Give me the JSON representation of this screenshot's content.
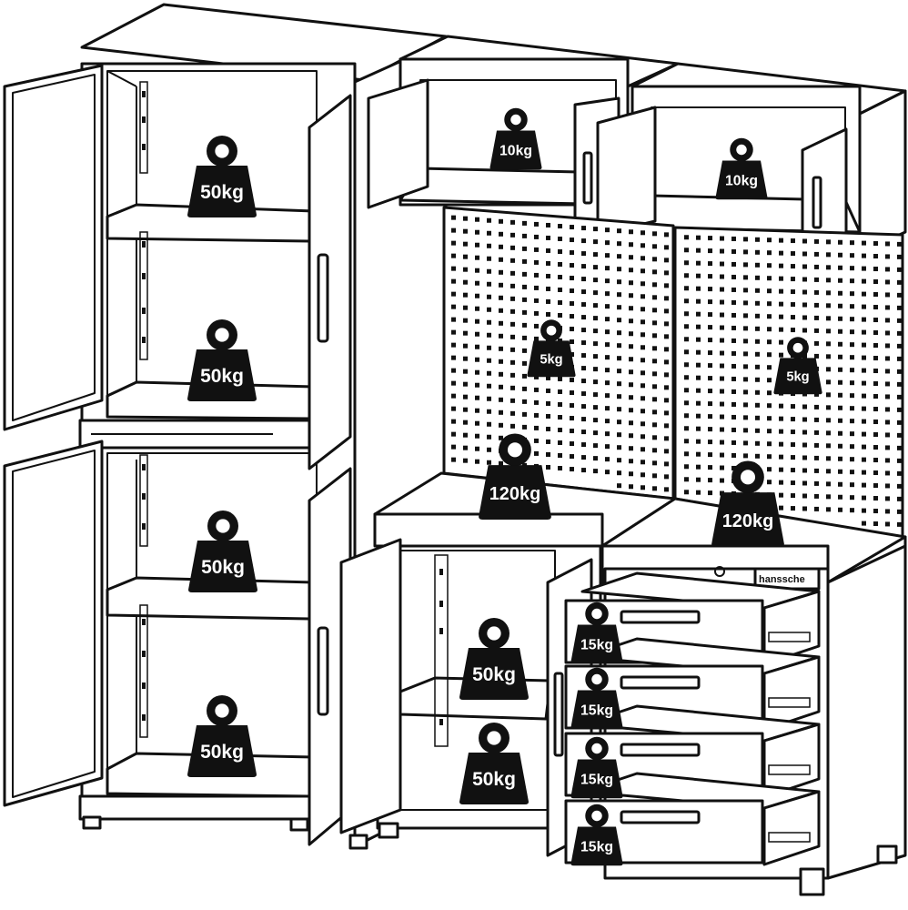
{
  "diagram": {
    "brand_label": "hanssche",
    "weights": [
      {
        "id": "tall-upper-top-shelf",
        "label": "50kg",
        "kg": 50
      },
      {
        "id": "tall-upper-bottom",
        "label": "50kg",
        "kg": 50
      },
      {
        "id": "tall-lower-shelf",
        "label": "50kg",
        "kg": 50
      },
      {
        "id": "tall-lower-bottom",
        "label": "50kg",
        "kg": 50
      },
      {
        "id": "wall-cabinet-left",
        "label": "10kg",
        "kg": 10
      },
      {
        "id": "wall-cabinet-right",
        "label": "10kg",
        "kg": 10
      },
      {
        "id": "pegboard-left",
        "label": "5kg",
        "kg": 5
      },
      {
        "id": "pegboard-right",
        "label": "5kg",
        "kg": 5
      },
      {
        "id": "worktop-left",
        "label": "120kg",
        "kg": 120
      },
      {
        "id": "worktop-right",
        "label": "120kg",
        "kg": 120
      },
      {
        "id": "base-cabinet-shelf",
        "label": "50kg",
        "kg": 50
      },
      {
        "id": "base-cabinet-bottom",
        "label": "50kg",
        "kg": 50
      },
      {
        "id": "drawer-1",
        "label": "15kg",
        "kg": 15
      },
      {
        "id": "drawer-2",
        "label": "15kg",
        "kg": 15
      },
      {
        "id": "drawer-3",
        "label": "15kg",
        "kg": 15
      },
      {
        "id": "drawer-4",
        "label": "15kg",
        "kg": 15
      }
    ]
  }
}
